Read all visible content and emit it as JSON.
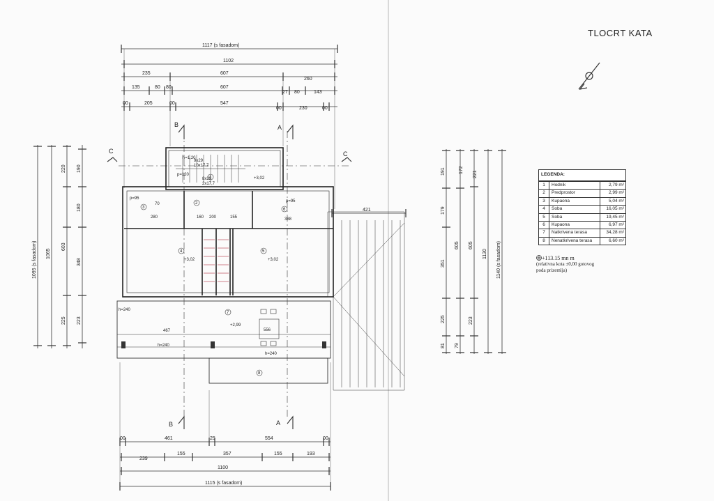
{
  "title": "TLOCRT KATA",
  "legend": {
    "title": "LEGENDA:",
    "rows": [
      {
        "no": "1",
        "name": "Hodnik",
        "area": "2,79 m²"
      },
      {
        "no": "2",
        "name": "Predprostor",
        "area": "2,99 m²"
      },
      {
        "no": "3",
        "name": "Kupaona",
        "area": "5,04 m²"
      },
      {
        "no": "4",
        "name": "Soba",
        "area": "16,05 m²"
      },
      {
        "no": "5",
        "name": "Soba",
        "area": "19,45 m²"
      },
      {
        "no": "6",
        "name": "Kupaona",
        "area": "6,97 m²"
      },
      {
        "no": "7",
        "name": "Natkrivena terasa",
        "area": "34,28 m²"
      },
      {
        "no": "8",
        "name": "Nenatkrivena terasa",
        "area": "6,60 m²"
      }
    ]
  },
  "level_note": {
    "line1": "+113.15 mn m",
    "line2": "(relativna kota ±0,00 gotovog",
    "line3": "poda prizemlja)"
  },
  "top_dims": {
    "d1117": "1117 (s fasadom)",
    "d1102": "1102",
    "d235": "235",
    "d607a": "607",
    "d260": "260",
    "d135": "135",
    "d80a": "80",
    "d80b": "80",
    "d607b": "607",
    "d27": "27",
    "d80c": "80",
    "d143": "143",
    "d00a": "00",
    "d205": "205",
    "d00b": "00",
    "d547": "547",
    "d00c": "00",
    "d230": "230",
    "d00d": "00"
  },
  "bottom_dims": {
    "d00a": "00",
    "d461": "461",
    "d25": "25",
    "d554": "554",
    "d00b": "00",
    "d239": "239",
    "d155a": "155",
    "d357": "357",
    "d155b": "155",
    "d193": "193",
    "d1100": "1100",
    "d1115": "1115 (s fasadom)"
  },
  "left_dims": {
    "d1095": "1095 (s fasadom)",
    "d1065": "1065",
    "d603": "603",
    "d220": "220",
    "d190": "190",
    "d180": "180",
    "d348": "348",
    "d225": "225",
    "d223": "223"
  },
  "right_dims": {
    "d191": "191",
    "d179": "179",
    "d351": "351",
    "d225": "225",
    "d81": "81",
    "d172": "172",
    "d605a": "605",
    "d79": "79",
    "d221": "221",
    "d605b": "605",
    "d223": "223",
    "d1130": "1130",
    "d1140": "1140 (s fasadom)",
    "d421": "421"
  },
  "sections": {
    "a": "A",
    "b": "B",
    "c": "C"
  },
  "rooms": {
    "r1": "1",
    "r2": "2",
    "r3": "3",
    "r4": "4",
    "r5": "5",
    "r6": "6",
    "r7": "7",
    "r8": "8"
  },
  "plan_labels": {
    "stair1": "9x29",
    "stair2": "10x17,7",
    "stair3": "8x29",
    "stair4": "2x17,7",
    "h120": "h=1,20",
    "p120": "p=120",
    "lv302a": "+3,02",
    "lv302b": "+3,02",
    "lv302c": "+3,02",
    "lv299": "+2,99",
    "p95a": "p=95",
    "p95b": "p=95",
    "d280": "280",
    "d388": "388",
    "d155": "155",
    "d160": "160",
    "d200": "200",
    "d556": "556",
    "d467": "467",
    "d70": "70",
    "h240a": "h=240",
    "h240b": "h=240",
    "h240c": "h=240"
  }
}
